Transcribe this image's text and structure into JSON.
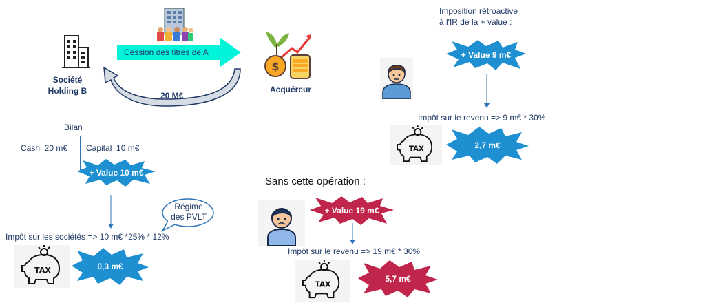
{
  "holding": {
    "label": "Société\nHolding B"
  },
  "transfer": {
    "cession_label": "Cession des titres de A",
    "price_label": "20 M€"
  },
  "acquirer": {
    "label": "Acquéreur"
  },
  "bilan": {
    "title": "Bilan",
    "left": "Cash  20 m€",
    "right": "Capital  10 m€",
    "value_burst": "+ Value 10 m€"
  },
  "regime_bubble": "Régime\ndes PVLT",
  "is_line": "Impôt sur les sociétés => 10 m€ *25% * 12%",
  "is_result": "0,3 m€",
  "ir_title": "Imposition rétroactive\nà l'IR de la + value :",
  "ir_value_burst": "+ Value 9 m€",
  "ir_line": "Impôt sur le revenu => 9 m€ * 30%",
  "ir_result": "2,7 m€",
  "without_title": "Sans cette opération :",
  "without_value_burst": "+ Value 19 m€",
  "without_line": "Impôt sur le revenu => 19 m€ * 30%",
  "without_result": "5,7 m€",
  "tax_label": "TAX",
  "icons": [
    "building-icon",
    "office-tower-icon",
    "coins-growth-icon",
    "man-icon",
    "sad-man-icon",
    "piggy-bank-tax-icon"
  ],
  "colors": {
    "cyan_arrow": "#00f5d8",
    "blue_burst": "#1e8fd1",
    "red_burst": "#c0264c",
    "text_blue": "#1f3864",
    "line_blue": "#2e75b6"
  }
}
